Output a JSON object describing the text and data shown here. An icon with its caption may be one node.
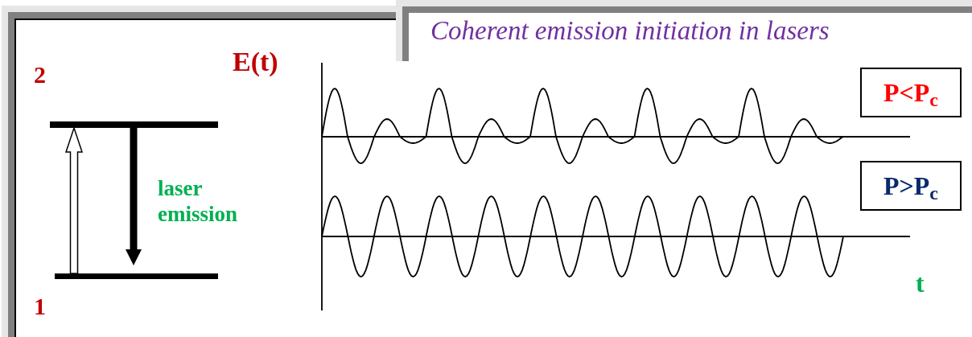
{
  "diagram": {
    "title": "Coherent emission initiation in lasers",
    "nodes": [
      {
        "text": [],
        "shape": "bar",
        "beside": [
          "2"
        ]
      },
      {
        "text": [],
        "shape": "bar",
        "beside": [
          "1"
        ]
      },
      {
        "text": [
          "P<P$_{c}$"
        ]
      },
      {
        "text": [
          "P>P$_{c}$"
        ]
      }
    ],
    "edges": [
      {
        "from": 1,
        "to": 0,
        "arrow": "to"
      },
      {
        "from": 0,
        "to": 1,
        "arrow": "to",
        "label": "laser emission"
      }
    ],
    "labels": [
      "E(t)",
      "t"
    ]
  }
}
